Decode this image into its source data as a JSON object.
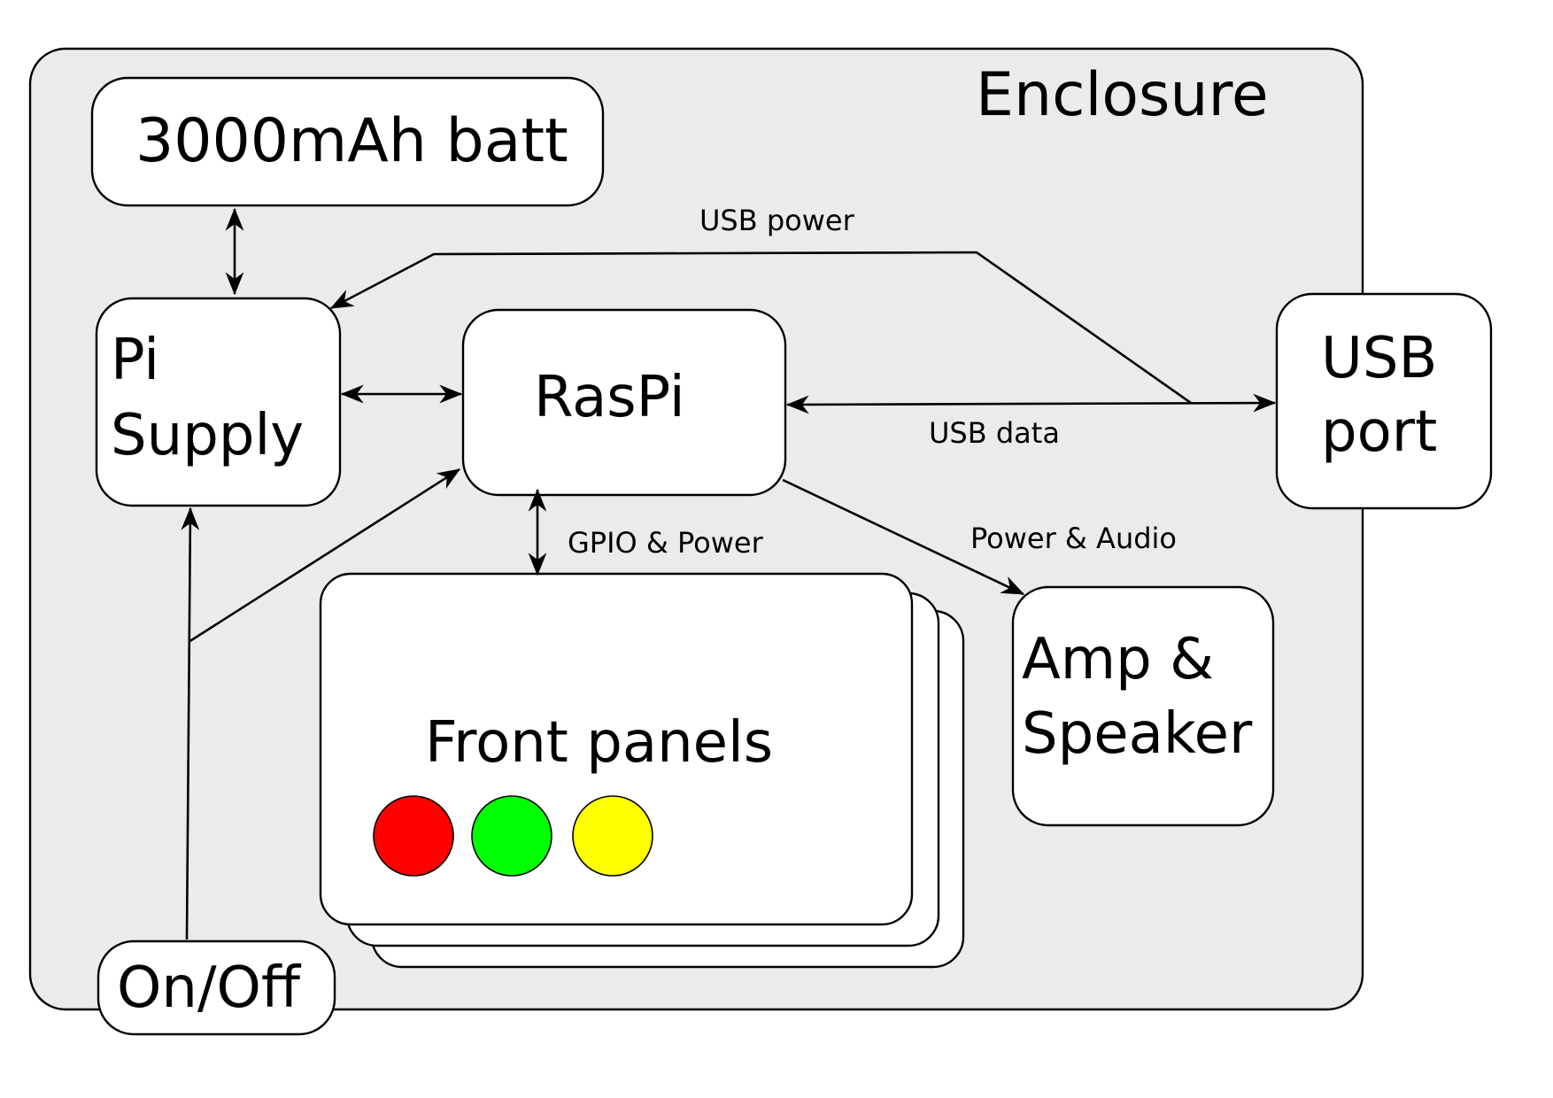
{
  "enclosure": {
    "label": "Enclosure",
    "fill": "#ebebeb"
  },
  "nodes": {
    "battery": {
      "label": "3000mAh batt"
    },
    "pi_supply": {
      "line1": "Pi",
      "line2": "Supply"
    },
    "raspi": {
      "label": "RasPi"
    },
    "usb_port": {
      "line1": "USB",
      "line2": "port"
    },
    "front_panels": {
      "label": "Front panels",
      "leds": [
        {
          "color": "#ff0000",
          "icon": "red-led-icon"
        },
        {
          "color": "#00ff00",
          "icon": "green-led-icon"
        },
        {
          "color": "#ffff00",
          "icon": "yellow-led-icon"
        }
      ]
    },
    "amp_speaker": {
      "line1": "Amp &",
      "line2": "Speaker"
    },
    "on_off": {
      "label": "On/Off"
    }
  },
  "edges": {
    "usb_power": "USB power",
    "usb_data": "USB data",
    "gpio_power": "GPIO & Power",
    "power_audio": "Power & Audio"
  }
}
